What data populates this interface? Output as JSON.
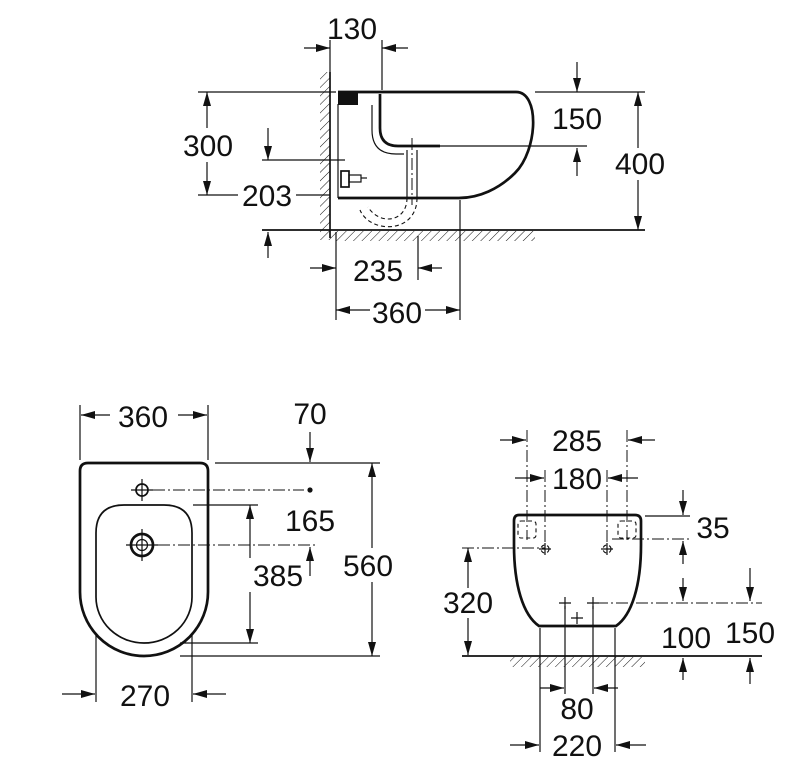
{
  "colors": {
    "ink": "#111111",
    "paper": "#ffffff"
  },
  "side_view": {
    "top": "130",
    "left_outer": "300",
    "left_inner": "203",
    "right_inner": "150",
    "right_outer": "400",
    "bottom_upper": "235",
    "bottom_lower": "360"
  },
  "top_view": {
    "top": "360",
    "right_top": "70",
    "right_middle": "165",
    "right_inner": "385",
    "right_outer": "560",
    "bottom": "270"
  },
  "front_view": {
    "top": "285",
    "top_inner": "180",
    "right_top": "35",
    "left": "320",
    "right_lower_inner": "100",
    "right_lower_outer": "150",
    "bottom_upper": "80",
    "bottom_lower": "220"
  }
}
